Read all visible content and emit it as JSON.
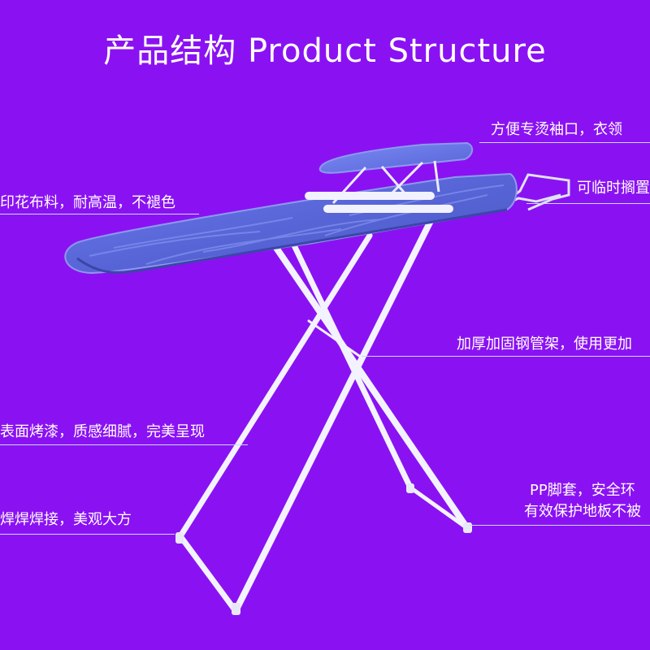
{
  "header": {
    "title": "产品结构  Product  Structure"
  },
  "callouts": {
    "sleeve_board": "方便专烫袖口，衣领",
    "iron_rest": "可临时搁置",
    "fabric": "印花布料，耐高温，不褪色",
    "steel_frame": "加厚加固钢管架，使用更加",
    "paint": "表面烤漆，质感细腻，完美呈现",
    "foot_cap_1": "PP脚套，安全环",
    "foot_cap_2": "有效保护地板不被",
    "welding": "焊焊焊接，美观大方"
  },
  "colors": {
    "background": "#8a12f2",
    "board_cover": "#5a68d8",
    "frame": "#f4f4ff",
    "text": "#ffffff"
  }
}
